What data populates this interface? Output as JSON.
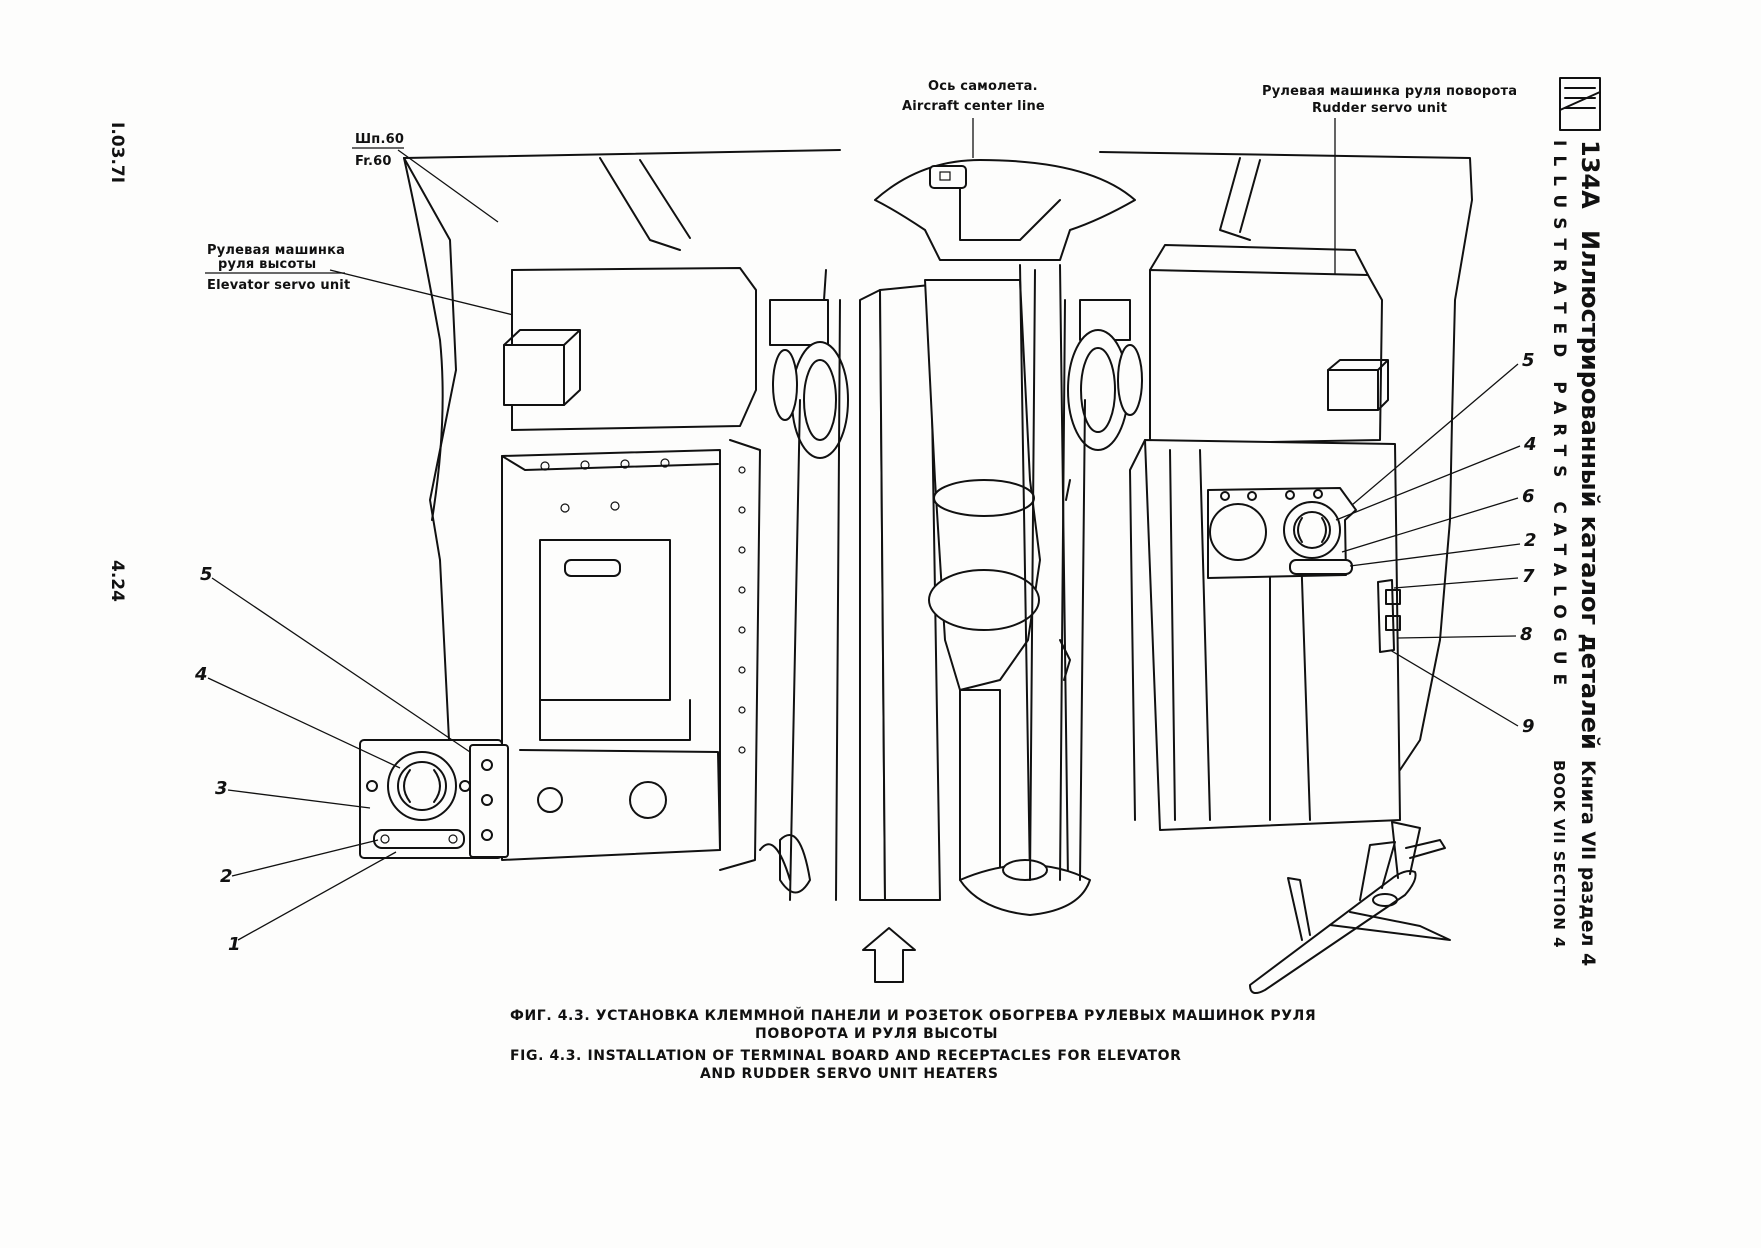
{
  "margin": {
    "doc_code": "I.03.7I",
    "page_number": "4.24"
  },
  "side_header": {
    "logo_mark": "Ту",
    "model": "134А",
    "title_ru": "Иллюстрированный каталог деталей",
    "title_en": "ILLUSTRATED PARTS CATALOGUE",
    "book_ru": "Книга VII раздел 4",
    "book_en": "BOOK VII SECTION 4"
  },
  "labels": {
    "frame_ru": "Шп.60",
    "frame_en": "Fr.60",
    "elevator_ru_line1": "Рулевая машинка",
    "elevator_ru_line2": "руля высоты",
    "elevator_en": "Elevator servo unit",
    "centerline_ru": "Ось самолета.",
    "centerline_en": "Aircraft center line",
    "rudder_ru": "Рулевая машинка руля поворота",
    "rudder_en": "Rudder servo unit"
  },
  "callouts_left": [
    "5",
    "4",
    "3",
    "2",
    "1"
  ],
  "callouts_right": [
    "5",
    "4",
    "6",
    "2",
    "7",
    "8",
    "9"
  ],
  "caption": {
    "ru_line1": "ФИГ. 4.3. УСТАНОВКА КЛЕММНОЙ ПАНЕЛИ И РОЗЕТОК ОБОГРЕВА РУЛЕВЫХ МАШИНОК РУЛЯ",
    "ru_line2": "ПОВОРОТА И РУЛЯ ВЫСОТЫ",
    "en_line1": "FIG. 4.3. INSTALLATION OF TERMINAL BOARD AND RECEPTACLES FOR ELEVATOR",
    "en_line2": "AND RUDDER SERVO UNIT HEATERS"
  },
  "icons": {
    "forward_arrow": "up-arrow-icon",
    "aircraft_silhouette": "aircraft-icon",
    "logo": "tu-logo-icon"
  }
}
